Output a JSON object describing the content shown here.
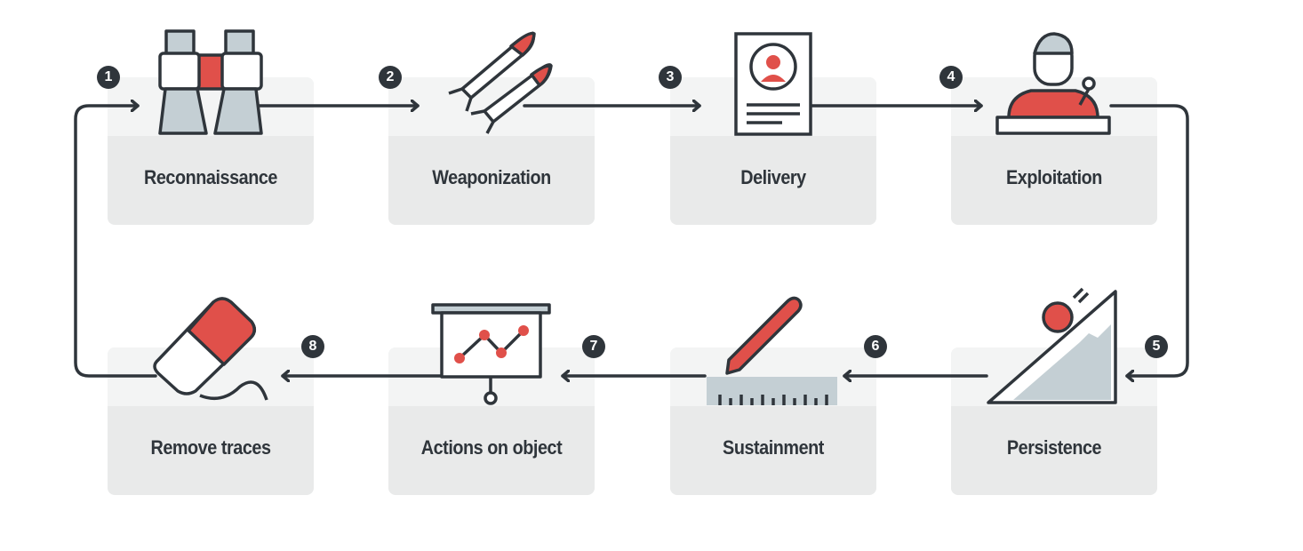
{
  "colors": {
    "dark": "#2f353b",
    "red": "#e0504a",
    "grey": "#c4cfd4",
    "card_top": "#f3f4f4",
    "card_bottom": "#e9eaea"
  },
  "steps": [
    {
      "number": "1",
      "label": "Reconnaissance",
      "icon": "binoculars-icon"
    },
    {
      "number": "2",
      "label": "Weaponization",
      "icon": "missiles-icon"
    },
    {
      "number": "3",
      "label": "Delivery",
      "icon": "document-profile-icon"
    },
    {
      "number": "4",
      "label": "Exploitation",
      "icon": "speaker-podium-icon"
    },
    {
      "number": "5",
      "label": "Persistence",
      "icon": "ball-slope-icon"
    },
    {
      "number": "6",
      "label": "Sustainment",
      "icon": "pencil-ruler-icon"
    },
    {
      "number": "7",
      "label": "Actions on object",
      "icon": "presentation-board-icon"
    },
    {
      "number": "8",
      "label": "Remove traces",
      "icon": "eraser-icon"
    }
  ]
}
